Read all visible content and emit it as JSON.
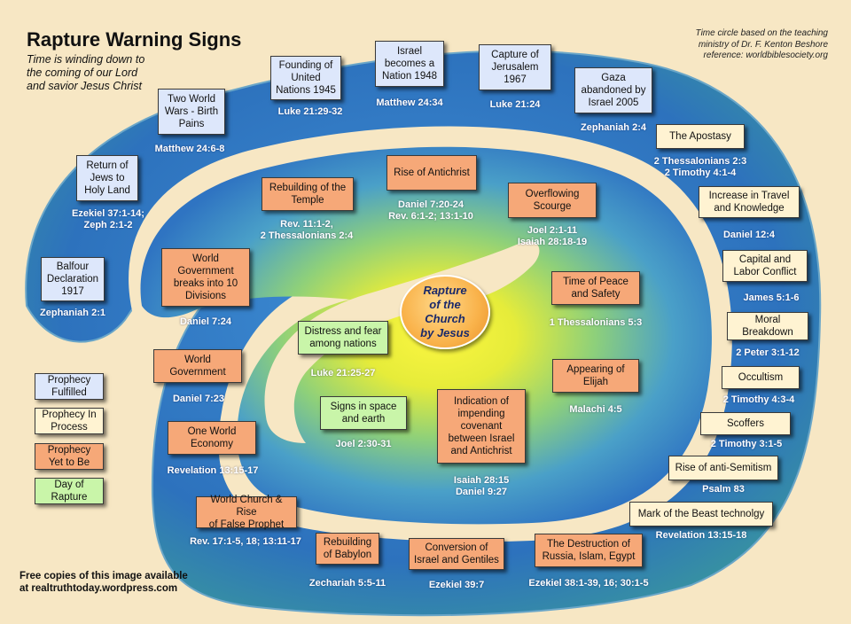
{
  "header": {
    "title": "Rapture Warning Signs",
    "subtitle": "Time is winding down to\nthe coming of our Lord\nand savior Jesus Christ",
    "credit": "Time circle based on the teaching\nministry of Dr. F. Kenton Beshore\nreference: worldbiblesociety.org"
  },
  "footer": "Free copies of this image available\nat realtruthtoday.wordpress.com",
  "center_label": "Rapture\nof the\nChurch\nby Jesus",
  "colors": {
    "fulfilled": "#dde7fb",
    "process": "#fff3d2",
    "future": "#f6a878",
    "rapture": "#c9f5a9",
    "outer_spiral": "#2f79c4",
    "inner_spiral_glow": "#f5f03a",
    "background": "#f7e7c4"
  },
  "legend": [
    {
      "label": "Prophecy\nFulfilled",
      "status": "fulfilled"
    },
    {
      "label": "Prophecy In\nProcess",
      "status": "process"
    },
    {
      "label": "Prophecy\nYet to Be",
      "status": "future"
    },
    {
      "label": "Day of\nRapture",
      "status": "rapture"
    }
  ],
  "events": [
    {
      "label": "Balfour\nDeclaration\n1917",
      "ref": "Zephaniah 2:1",
      "status": "fulfilled"
    },
    {
      "label": "Return of\nJews to\nHoly Land",
      "ref": "Ezekiel 37:1-14;\nZeph 2:1-2",
      "status": "fulfilled"
    },
    {
      "label": "Two World\nWars - Birth\nPains",
      "ref": "Matthew 24:6-8",
      "status": "fulfilled"
    },
    {
      "label": "Founding of\nUnited\nNations 1945",
      "ref": "Luke 21:29-32",
      "status": "fulfilled"
    },
    {
      "label": "Israel\nbecomes a\nNation 1948",
      "ref": "Matthew 24:34",
      "status": "fulfilled"
    },
    {
      "label": "Capture of\nJerusalem\n1967",
      "ref": "Luke 21:24",
      "status": "fulfilled"
    },
    {
      "label": "Gaza\nabandoned by\nIsrael 2005",
      "ref": "Zephaniah 2:4",
      "status": "fulfilled"
    },
    {
      "label": "The Apostasy",
      "ref": "2 Thessalonians 2:3\n2 Timothy 4:1-4",
      "status": "process"
    },
    {
      "label": "Increase in Travel\nand Knowledge",
      "ref": "Daniel 12:4",
      "status": "process"
    },
    {
      "label": "Capital and\nLabor Conflict",
      "ref": "James 5:1-6",
      "status": "process"
    },
    {
      "label": "Moral\nBreakdown",
      "ref": "2 Peter 3:1-12",
      "status": "process"
    },
    {
      "label": "Occultism",
      "ref": "2 Timothy 4:3-4",
      "status": "process"
    },
    {
      "label": "Scoffers",
      "ref": "2 Timothy 3:1-5",
      "status": "process"
    },
    {
      "label": "Rise of anti-Semitism",
      "ref": "Psalm 83",
      "status": "process"
    },
    {
      "label": "Mark of the Beast technolgy",
      "ref": "Revelation 13:15-18",
      "status": "process"
    },
    {
      "label": "The Destruction of\nRussia, Islam, Egypt",
      "ref": "Ezekiel 38:1-39, 16; 30:1-5",
      "status": "future"
    },
    {
      "label": "Conversion of\nIsrael and Gentiles",
      "ref": "Ezekiel 39:7",
      "status": "future"
    },
    {
      "label": "Rebuilding\nof Babylon",
      "ref": "Zechariah 5:5-11",
      "status": "future"
    },
    {
      "label": "World Church & Rise\nof False Prophet",
      "ref": "Rev. 17:1-5, 18; 13:11-17",
      "status": "future"
    },
    {
      "label": "One World\nEconomy",
      "ref": "Revelation 13:15-17",
      "status": "future"
    },
    {
      "label": "World\nGovernment",
      "ref": "Daniel 7:23",
      "status": "future"
    },
    {
      "label": "World\nGovernment\nbreaks into 10\nDivisions",
      "ref": "Daniel 7:24",
      "status": "future"
    },
    {
      "label": "Rebuilding of the\nTemple",
      "ref": "Rev. 11:1-2,\n2 Thessalonians 2:4",
      "status": "future"
    },
    {
      "label": "Rise of Antichrist",
      "ref": "Daniel 7:20-24\nRev. 6:1-2; 13:1-10",
      "status": "future"
    },
    {
      "label": "Overflowing\nScourge",
      "ref": "Joel 2:1-11\nIsaiah 28:18-19",
      "status": "future"
    },
    {
      "label": "Time of Peace\nand Safety",
      "ref": "1 Thessalonians 5:3",
      "status": "future"
    },
    {
      "label": "Appearing of\nElijah",
      "ref": "Malachi 4:5",
      "status": "future"
    },
    {
      "label": "Indication of\nimpending\ncovenant\nbetween Israel\nand Antichrist",
      "ref": "Isaiah 28:15\nDaniel 9:27",
      "status": "future"
    },
    {
      "label": "Signs in space\nand earth",
      "ref": "Joel 2:30-31",
      "status": "rapture"
    },
    {
      "label": "Distress and fear\namong nations",
      "ref": "Luke 21:25-27",
      "status": "rapture"
    }
  ]
}
